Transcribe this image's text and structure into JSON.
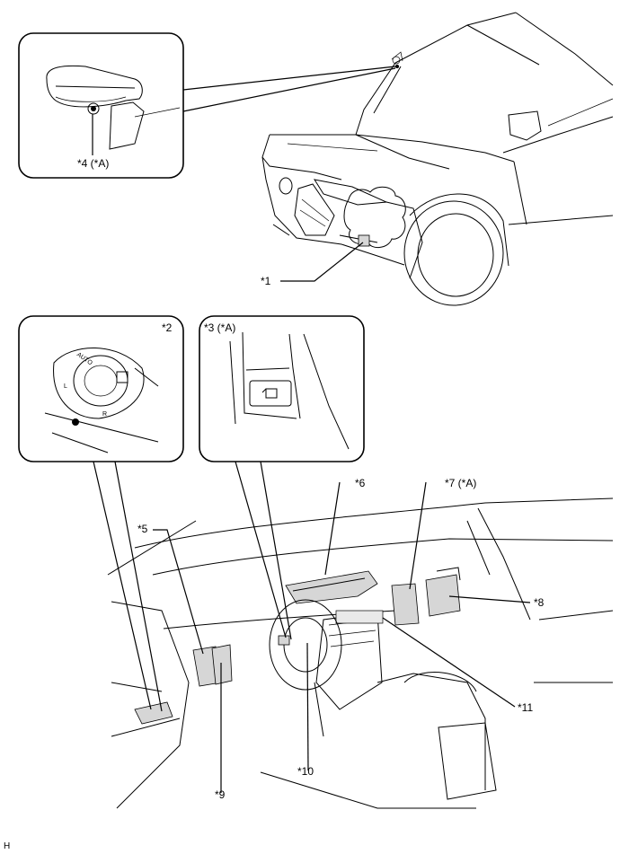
{
  "labels": {
    "c1": "*1",
    "c2": "*2",
    "c3": "*3 (*A)",
    "c4": "*4 (*A)",
    "c5": "*5",
    "c6": "*6",
    "c7": "*7 (*A)",
    "c8": "*8",
    "c9": "*9",
    "c10": "*10",
    "c11": "*11"
  },
  "switch_marks": {
    "auto": "AUTO",
    "left": "L",
    "right": "R"
  },
  "footer_code": "H"
}
